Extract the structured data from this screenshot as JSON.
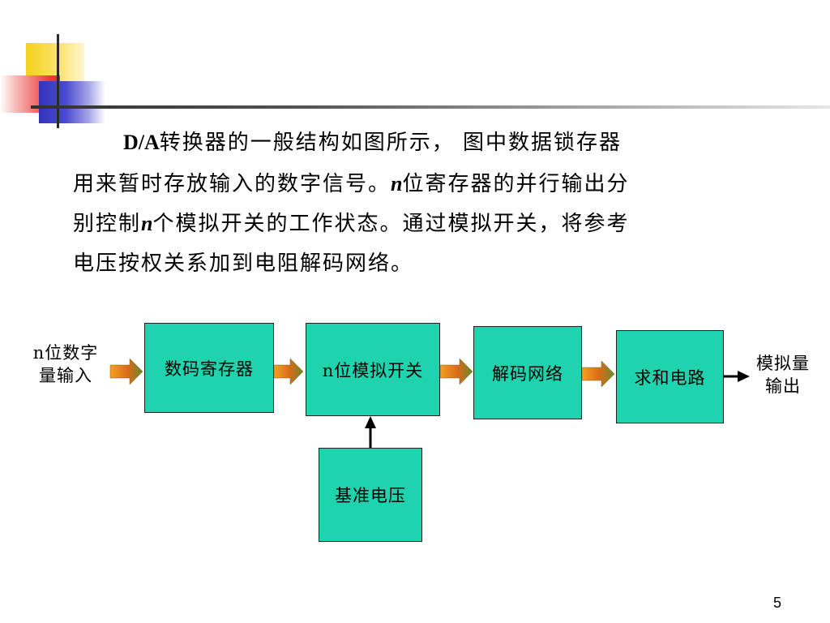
{
  "paragraph": {
    "line1_bold": "D/A",
    "line1_text": "转换器的一般结构如图所示， 图中数据锁存器",
    "line2_a": "用来暂时存放输入的数字信号。",
    "line2_n": "n",
    "line2_b": "位寄存器的并行输出分",
    "line3_a": "别控制",
    "line3_n": "n",
    "line3_b": "个模拟开关的工作状态。通过模拟开关，将参考",
    "line4": "电压按权关系加到电阻解码网络。"
  },
  "diagram": {
    "input_label_line1": "n位数字",
    "input_label_line2": "量输入",
    "box_register": "数码寄存器",
    "box_switch": "n位模拟开关",
    "box_decoder": "解码网络",
    "box_sum": "求和电路",
    "box_reference": "基准电压",
    "output_label_line1": "模拟量",
    "output_label_line2": "输出"
  },
  "page_number": "5",
  "colors": {
    "box_fill": "#1ed3ad",
    "arrow_gradient_start": "#f08a1a",
    "arrow_gradient_end": "#7a8a1a"
  }
}
